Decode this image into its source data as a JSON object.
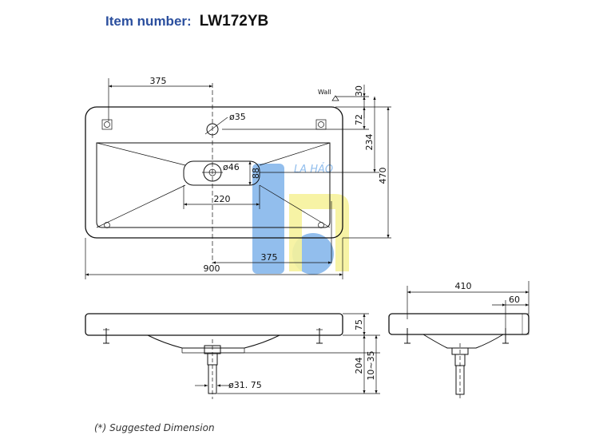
{
  "header": {
    "item_label": "Item number:",
    "item_number": "LW172YB"
  },
  "watermark": {
    "text": "LA HẢO",
    "blue": "#7fb3ea",
    "yellow": "#f5f08a"
  },
  "plan_view": {
    "wall_label": "Wall",
    "dims": {
      "faucet_offset": "375",
      "faucet_hole": "ø35",
      "drain_hole": "ø46",
      "drain_height": "88",
      "drain_width": "220",
      "drain_offset": "375",
      "overall_width": "900",
      "top_margin": "30",
      "faucet_to_wall": "72",
      "drain_to_wall": "234",
      "overall_depth": "470"
    }
  },
  "front_view": {
    "dims": {
      "thickness": "75",
      "drain_length": "204",
      "gap": "10~35",
      "pipe_diameter": "ø31. 75"
    }
  },
  "side_view": {
    "dims": {
      "depth": "410",
      "edge": "60"
    }
  },
  "footnote": "(*) Suggested Dimension"
}
